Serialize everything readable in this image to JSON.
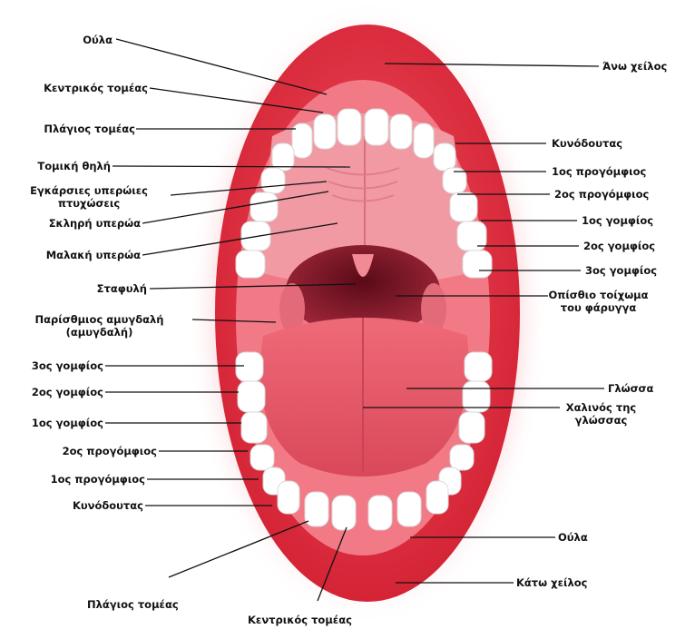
{
  "labels": {
    "gums_top": "Ούλα",
    "central_incisor_top": "Κεντρικός τομέας",
    "lateral_incisor_top": "Πλάγιος τομέας",
    "incisive_papilla": "Τομική θηλή",
    "palatine_rugae": "Εγκάρσιες υπερώιες πτυχώσεις",
    "hard_palate": "Σκληρή υπερώα",
    "soft_palate": "Μαλακή υπερώα",
    "uvula": "Σταφυλή",
    "palatine_tonsil": "Παρίσθμιος αμυγδαλή (αμυγδαλή)",
    "third_molar_bottom": "3ος γομφίος",
    "second_molar_bottom": "2ος γομφίος",
    "first_molar_bottom": "1ος γομφίος",
    "second_premolar_bottom": "2ος προγόμφιος",
    "first_premolar_bottom": "1ος προγόμφιος",
    "canine_bottom": "Κυνόδουτας",
    "lateral_incisor_bottom": "Πλάγιος τομέας",
    "central_incisor_bottom": "Κεντρικός τομέας",
    "upper_lip": "Άνω χείλος",
    "canine_top": "Κυνόδουτας",
    "first_premolar_top": "1ος προγόμφιος",
    "second_premolar_top": "2ος προγόμφιος",
    "first_molar_top": "1ος γομφίος",
    "second_molar_top": "2ος γομφίος",
    "third_molar_top": "3ος γομφίος",
    "posterior_pharyngeal_wall": "Οπίσθιο τοίχωμα του φάρυγγα",
    "tongue": "Γλώσσα",
    "lingual_frenulum": "Χαλινός της γλώσσας",
    "gums_bottom": "Ούλα",
    "lower_lip": "Κάτω χείλος"
  },
  "colors": {
    "lip": "#e8303f",
    "lip_dark": "#c41a2c",
    "gum": "#f27a86",
    "palate": "#f29aa3",
    "throat": "#7a1020",
    "tongue": "#e85566",
    "tooth": "#ffffff"
  }
}
